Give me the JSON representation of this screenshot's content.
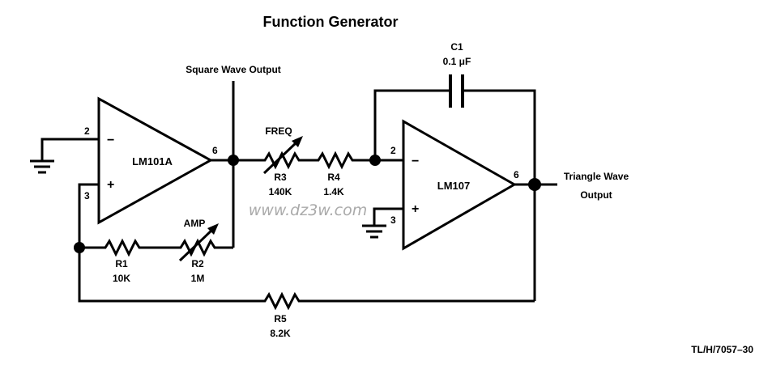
{
  "title": "Function Generator",
  "watermark": "www.dz3w.com",
  "figure_ref": "TL/H/7057–30",
  "labels": {
    "square_out": "Square Wave Output",
    "triangle_out_1": "Triangle Wave",
    "triangle_out_2": "Output"
  },
  "opamps": [
    {
      "name": "LM101A",
      "pin_inv": "2",
      "pin_noninv": "3",
      "pin_out": "6",
      "minus": "−",
      "plus": "+"
    },
    {
      "name": "LM107",
      "pin_inv": "2",
      "pin_noninv": "3",
      "pin_out": "6",
      "minus": "−",
      "plus": "+"
    }
  ],
  "components": {
    "R1": {
      "ref": "R1",
      "value": "10K"
    },
    "R2": {
      "ref": "R2",
      "value": "1M",
      "control": "AMP"
    },
    "R3": {
      "ref": "R3",
      "value": "140K",
      "control": "FREQ"
    },
    "R4": {
      "ref": "R4",
      "value": "1.4K"
    },
    "R5": {
      "ref": "R5",
      "value": "8.2K"
    },
    "C1": {
      "ref": "C1",
      "value": "0.1 μF"
    }
  }
}
